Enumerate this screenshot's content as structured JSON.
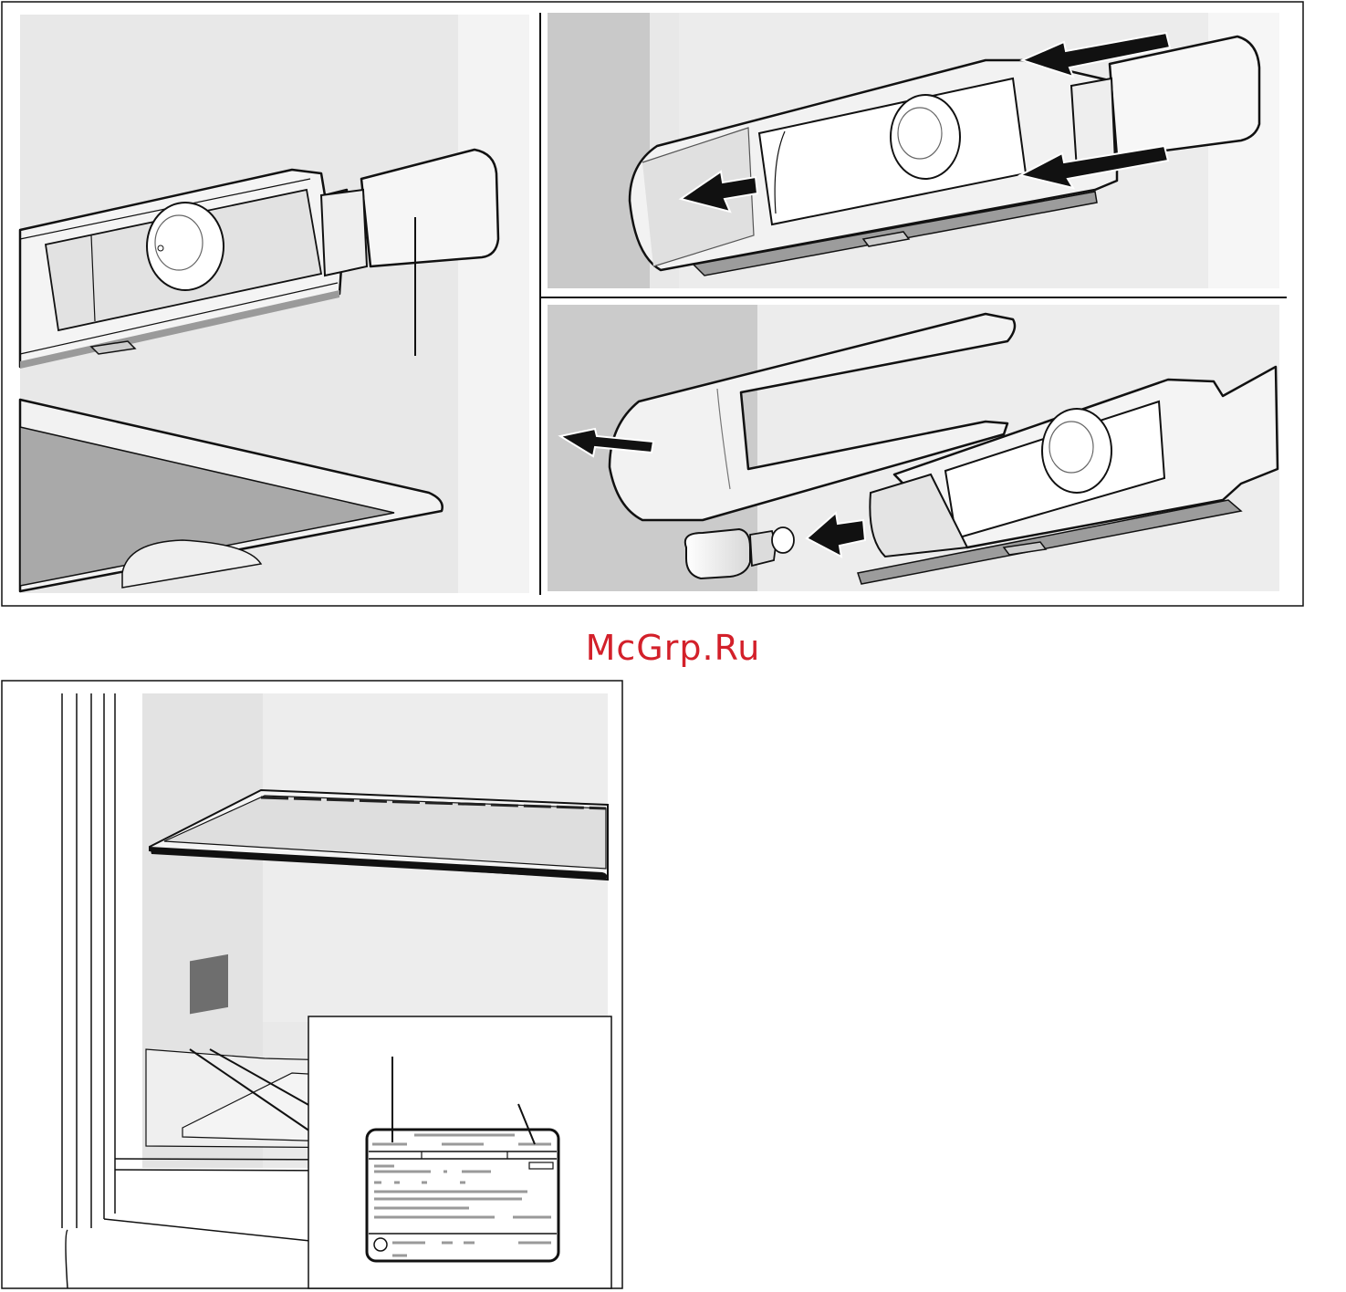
{
  "watermark": {
    "text": "McGrp.Ru",
    "color": "#d3202a"
  },
  "panels": [
    {
      "id": "lamp-cover-overview",
      "shows": "lamp-housing-with-dial-and-cover"
    },
    {
      "id": "cover-removal",
      "shows": "cover-slides-out-arrows"
    },
    {
      "id": "bulb-replacement",
      "shows": "bulb-insert-arrow"
    },
    {
      "id": "rating-plate-location",
      "shows": "fridge-interior-shelf-and-rating-plate"
    }
  ],
  "icons": [
    "arrow-icon",
    "dial-icon",
    "bulb-icon",
    "rating-plate-icon"
  ],
  "colors": {
    "wall": "#eaeaea",
    "shade": "#c8c8c8",
    "glass": "#a9a9a9",
    "line": "#111111"
  }
}
